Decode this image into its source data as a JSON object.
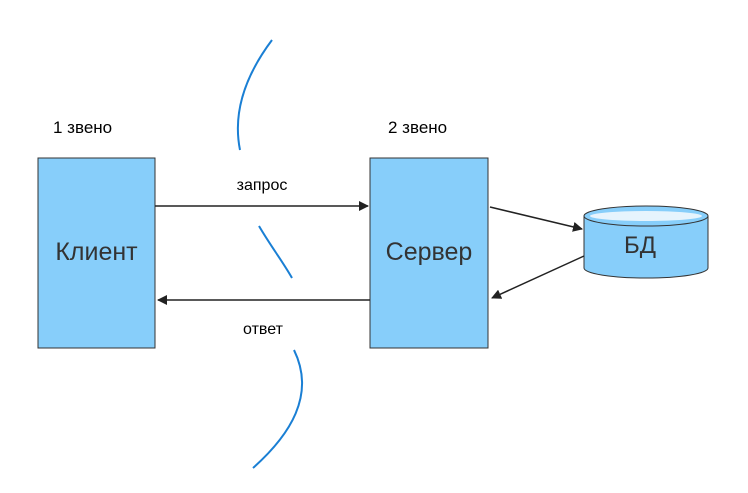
{
  "tiers": {
    "tier1": "1 звено",
    "tier2": "2 звено"
  },
  "nodes": {
    "client": "Клиент",
    "server": "Сервер",
    "db": "БД"
  },
  "edges": {
    "request": "запрос",
    "response": "ответ"
  },
  "colors": {
    "box_fill": "#87cefa",
    "box_stroke": "#333333",
    "arrow": "#222222",
    "divider": "#1a7fd4"
  }
}
